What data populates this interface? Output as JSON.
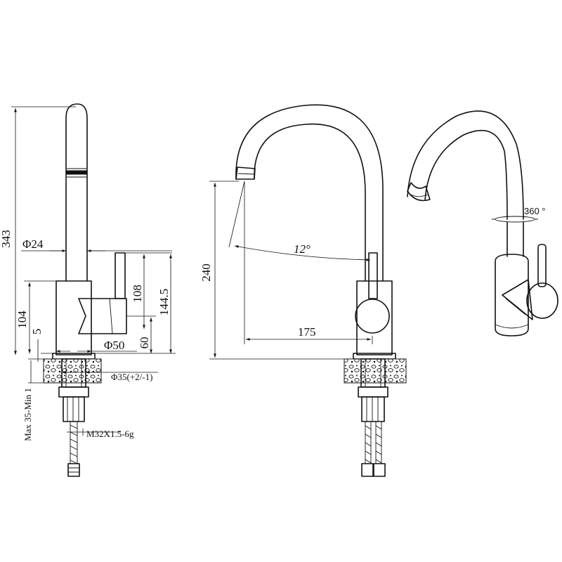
{
  "dimensions": {
    "total_height": "343",
    "base_height": "104",
    "small_offset": "5",
    "spout_diameter": "Φ24",
    "lever_height": "108",
    "body_height": "144.5",
    "body_diameter": "Φ50",
    "bottom_height": "60",
    "hole_diameter": "Φ35(+2/-1)",
    "countertop": "Max 35-Min 1",
    "thread": "M32X1.5-6g",
    "spout_height": "240",
    "spout_reach": "175",
    "tilt_angle": "12°",
    "rotation": "360 °"
  }
}
